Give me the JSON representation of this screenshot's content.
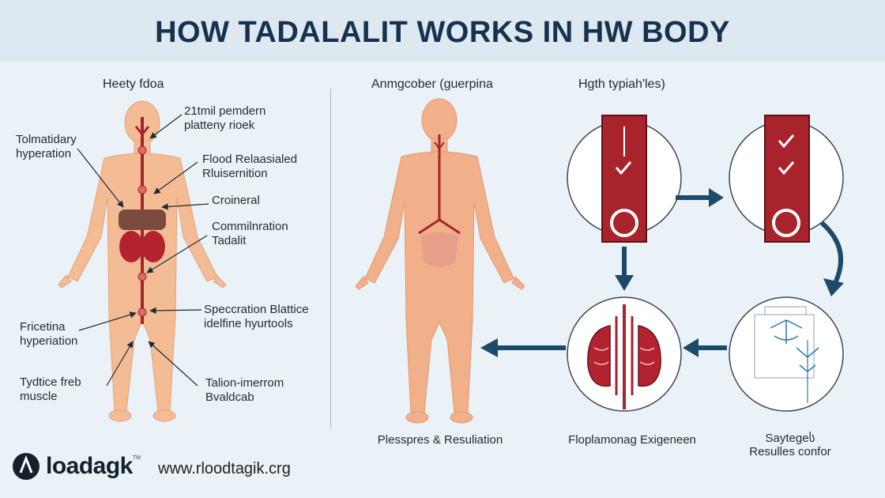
{
  "header": {
    "title": "HOW TADALALIT WORKS IN HW BODY"
  },
  "left_panel": {
    "section_title": "Heety fdoa",
    "labels": {
      "l1_a": "21tmil pemdern",
      "l1_b": "platteny rioek",
      "l2_a": "Tolmatidary",
      "l2_b": "hyperation",
      "l3_a": "Flood Relaasialed",
      "l3_b": "Rluisernition",
      "l4": "Croineral",
      "l5_a": "Commilnration",
      "l5_b": "Tadalit",
      "l6_a": "Speccration Blattice",
      "l6_b": "idelfine hyurtools",
      "l7_a": "Fricetina",
      "l7_b": "hyperiation",
      "l8_a": "Tydtice freb",
      "l8_b": "muscle",
      "l9_a": "Talion-imerrom",
      "l9_b": "Bvaldcab"
    }
  },
  "middle_panel": {
    "section_title": "Anmgcober (guerpina",
    "caption": "Plesspres & Resuliation"
  },
  "right_panel": {
    "section_title": "Hgth typiah'les)",
    "caption_center": "Floplamonag Exigeneen",
    "caption_right_a": "Saytegeს",
    "caption_right_b": "Resulles confor"
  },
  "footer": {
    "logo": "loadagk",
    "logo_tm": "TM",
    "url": "www.rloodtagik.crg"
  },
  "colors": {
    "skin": "#f4bc94",
    "artery": "#a8232b",
    "arrow": "#1d4a6b",
    "title": "#15324f"
  }
}
